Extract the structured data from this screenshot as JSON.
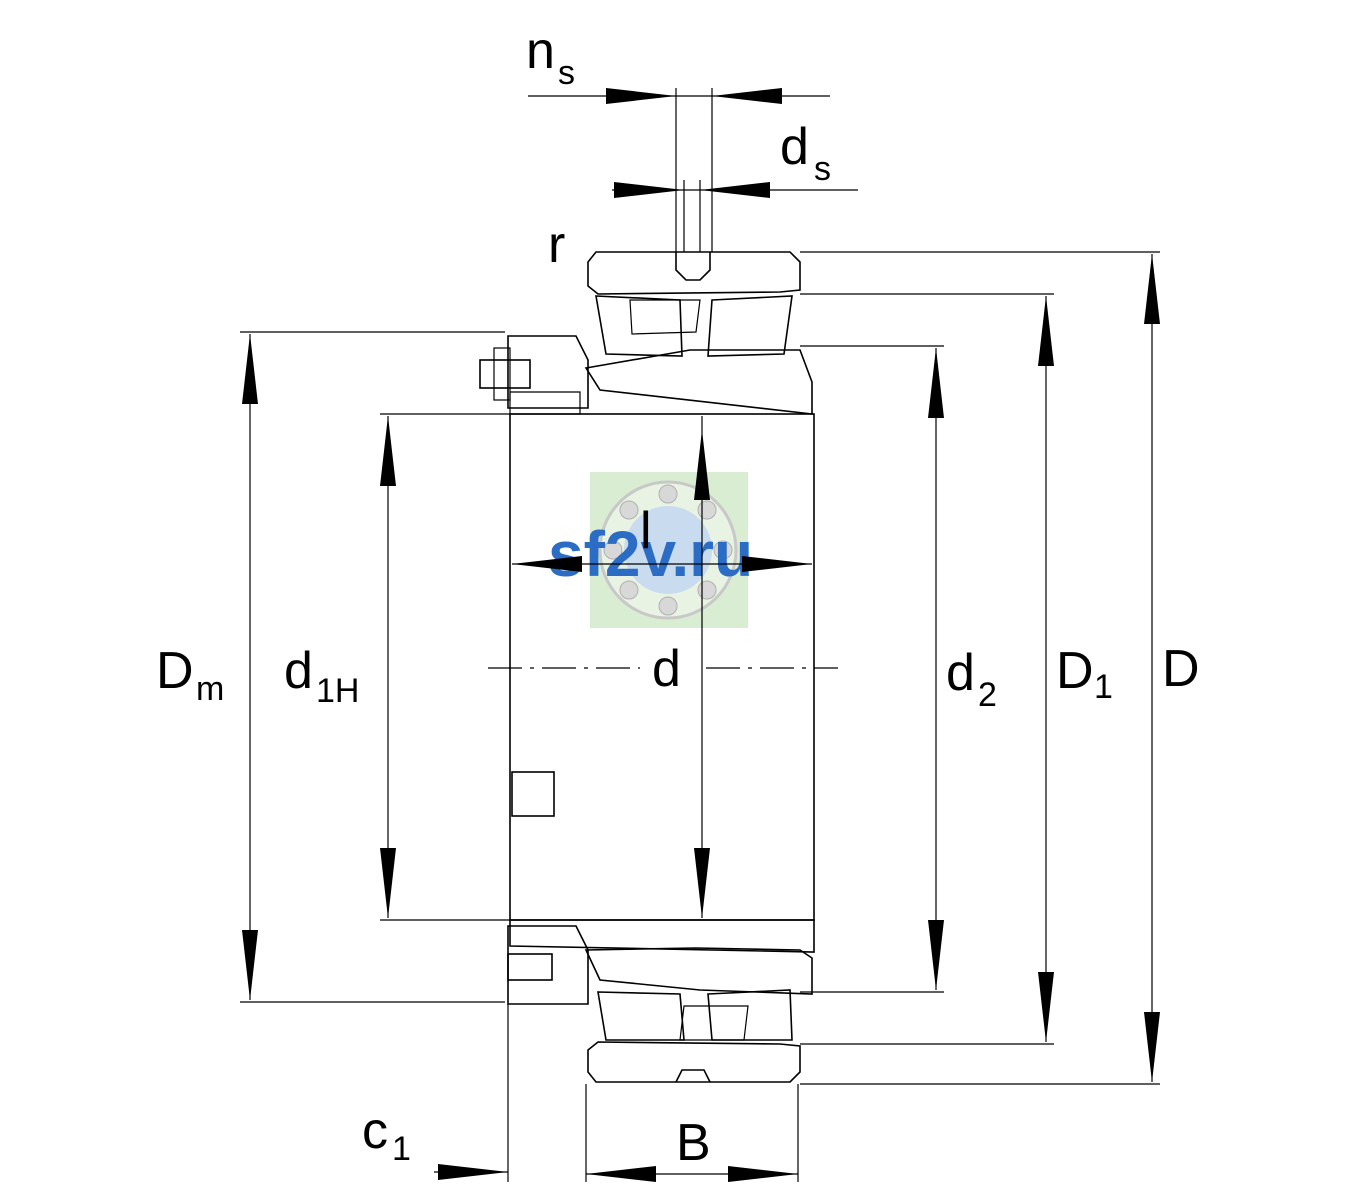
{
  "labels": {
    "n_s": {
      "main": "n",
      "sub": "s"
    },
    "d_s": {
      "main": "d",
      "sub": "s"
    },
    "r": "r",
    "D_m": {
      "main": "D",
      "sub": "m"
    },
    "d_1H": {
      "main": "d",
      "sub": "1H"
    },
    "d": "d",
    "l": "l",
    "d_2": {
      "main": "d",
      "sub": "2"
    },
    "D_1": {
      "main": "D",
      "sub": "1"
    },
    "D": "D",
    "c_1": {
      "main": "c",
      "sub": "1"
    },
    "B": "B"
  },
  "watermark": {
    "text": "sf2v.ru",
    "bg_color": "#d9edd3",
    "text_color": "#2b6cc4"
  }
}
